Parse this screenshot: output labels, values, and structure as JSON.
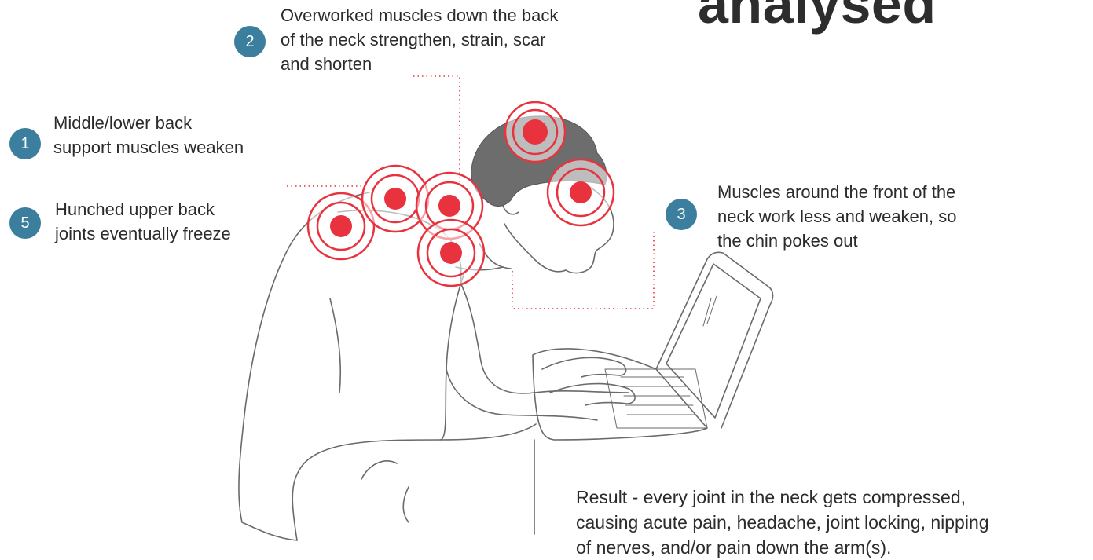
{
  "title": "analysed",
  "callouts": [
    {
      "number": "2",
      "lines": [
        "Overworked muscles down the back",
        "of the neck strengthen, strain, scar",
        "and shorten"
      ]
    },
    {
      "number": "1",
      "lines": [
        "Middle/lower back",
        "support muscles weaken"
      ]
    },
    {
      "number": "5",
      "lines": [
        "Hunched upper back",
        "joints eventually freeze"
      ]
    },
    {
      "number": "3",
      "lines": [
        "Muscles around the front of the",
        "neck work less and weaken, so",
        "the chin pokes out"
      ]
    }
  ],
  "result": {
    "lines": [
      "Result - every joint in the neck gets compressed,",
      "causing acute pain, headache, joint locking, nipping",
      "of nerves, and/or pain down the arm(s)."
    ]
  },
  "colors": {
    "badge": "#3b7e9e",
    "pain_target": "#e8333f",
    "leader_line": "#e8333f",
    "illustration_line": "#6a6a6a",
    "hair": "#6d6d6d"
  },
  "icons": {
    "pain_point": "concentric-target-icon",
    "figure": "hunched-person-at-laptop-illustration"
  }
}
